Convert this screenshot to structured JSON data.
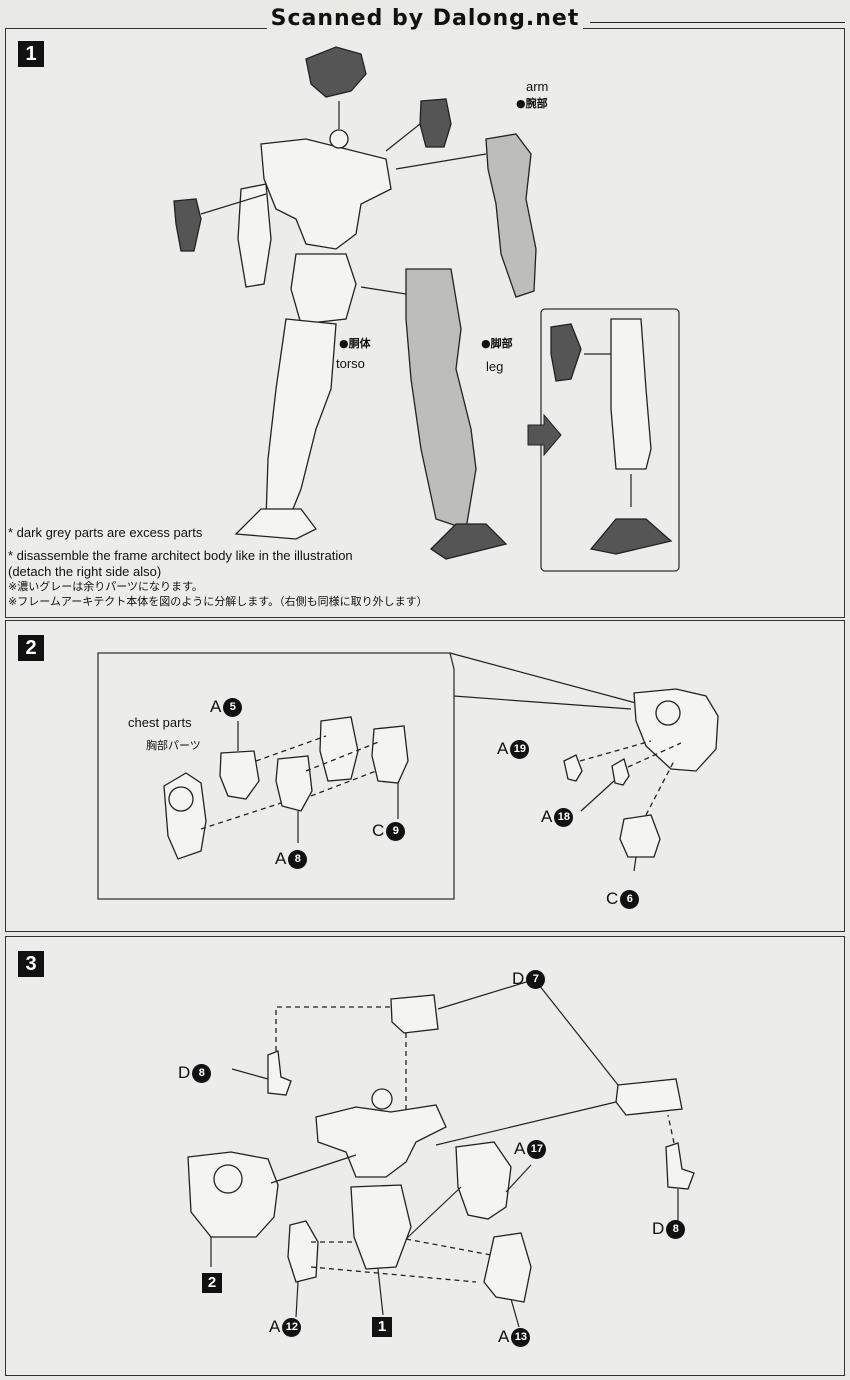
{
  "watermark": "Scanned by Dalong.net",
  "step1": {
    "number": "1",
    "arm_en": "arm",
    "arm_jp": "●腕部",
    "torso_jp": "●胴体",
    "torso_en": "torso",
    "leg_jp": "●脚部",
    "leg_en": "leg",
    "note1": "* dark grey parts are excess parts",
    "note2a": "* disassemble the frame architect body like in the illustration",
    "note2b": "(detach the right side also)",
    "note3": "※濃いグレーは余りパーツになります。",
    "note4": "※フレームアーキテクト本体を図のように分解します。（右側も同様に取り外します）"
  },
  "step2": {
    "number": "2",
    "chest_en": "chest parts",
    "chest_jp": "胸部パーツ",
    "callouts": [
      {
        "letter": "A",
        "num": "5"
      },
      {
        "letter": "A",
        "num": "8"
      },
      {
        "letter": "C",
        "num": "9"
      },
      {
        "letter": "A",
        "num": "19"
      },
      {
        "letter": "A",
        "num": "18"
      },
      {
        "letter": "C",
        "num": "6"
      }
    ]
  },
  "step3": {
    "number": "3",
    "callouts": [
      {
        "letter": "D",
        "num": "7"
      },
      {
        "letter": "D",
        "num": "8"
      },
      {
        "letter": "D",
        "num": "8"
      },
      {
        "letter": "A",
        "num": "17"
      },
      {
        "letter": "A",
        "num": "12"
      },
      {
        "letter": "A",
        "num": "13"
      }
    ],
    "ref2": "2",
    "ref1": "1"
  }
}
